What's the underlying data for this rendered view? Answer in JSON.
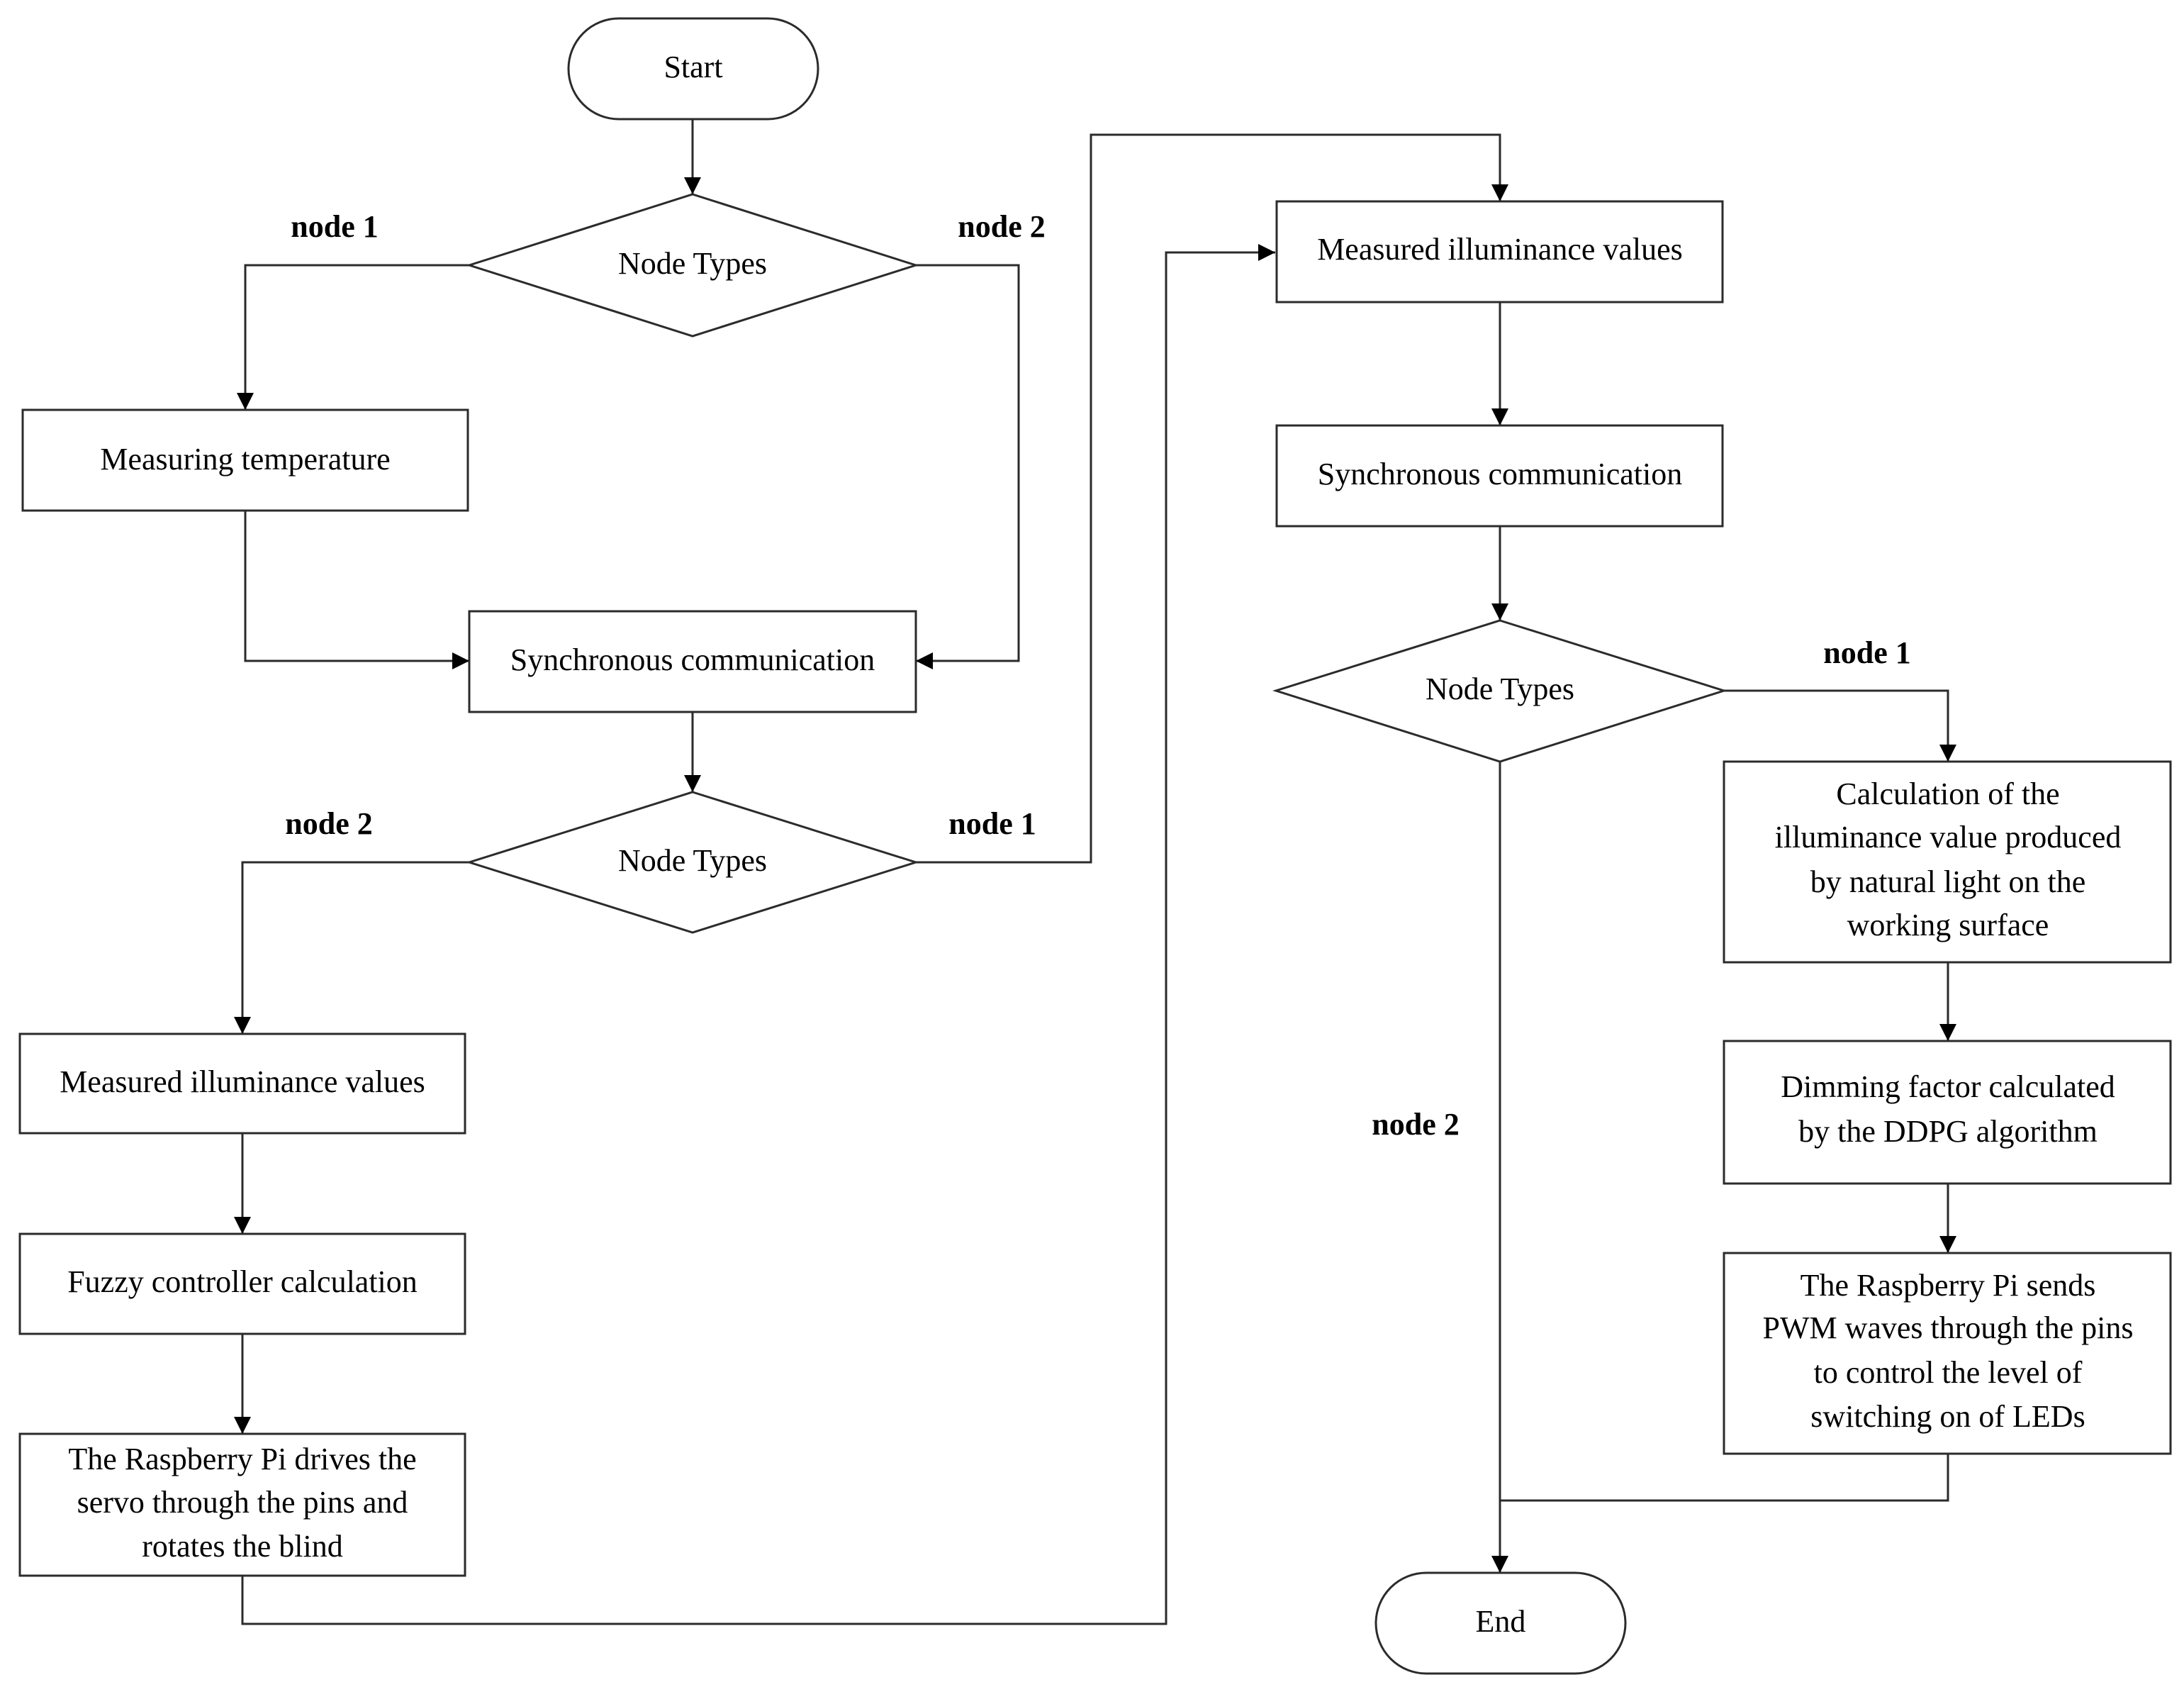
{
  "diagram": {
    "nodes": {
      "start": {
        "type": "terminal",
        "label": "Start"
      },
      "decision1": {
        "type": "decision",
        "label": "Node Types"
      },
      "measure_temp": {
        "type": "process",
        "label": "Measuring temperature"
      },
      "sync1": {
        "type": "process",
        "label": "Synchronous communication"
      },
      "decision2": {
        "type": "decision",
        "label": "Node Types"
      },
      "measure_illum_left": {
        "type": "process",
        "label": "Measured illuminance values"
      },
      "fuzzy": {
        "type": "process",
        "label": "Fuzzy controller calculation"
      },
      "servo": {
        "type": "process",
        "lines": [
          "The Raspberry Pi drives the",
          "servo through the pins and",
          "rotates the blind"
        ]
      },
      "measure_illum_right": {
        "type": "process",
        "label": "Measured illuminance values"
      },
      "sync2": {
        "type": "process",
        "label": "Synchronous communication"
      },
      "decision3": {
        "type": "decision",
        "label": "Node Types"
      },
      "calc_natural": {
        "type": "process",
        "lines": [
          "Calculation of the",
          "illuminance value produced",
          "by natural light on the",
          "working surface"
        ]
      },
      "dimming": {
        "type": "process",
        "lines": [
          "Dimming factor calculated",
          "by the DDPG algorithm"
        ]
      },
      "pwm": {
        "type": "process",
        "lines": [
          "The Raspberry Pi sends",
          "PWM waves through the pins",
          "to control the level of",
          "switching on of LEDs"
        ]
      },
      "end": {
        "type": "terminal",
        "label": "End"
      }
    },
    "branch_labels": {
      "d1_left": "node 1",
      "d1_right": "node 2",
      "d2_left": "node 2",
      "d2_right": "node 1",
      "d3_right": "node 1",
      "d3_down": "node 2"
    },
    "edges": [
      {
        "from": "start",
        "to": "decision1"
      },
      {
        "from": "decision1",
        "to": "measure_temp",
        "label": "node 1"
      },
      {
        "from": "decision1",
        "to": "sync1",
        "label": "node 2"
      },
      {
        "from": "measure_temp",
        "to": "sync1"
      },
      {
        "from": "sync1",
        "to": "decision2"
      },
      {
        "from": "decision2",
        "to": "measure_illum_left",
        "label": "node 2"
      },
      {
        "from": "decision2",
        "to": "measure_illum_right",
        "label": "node 1"
      },
      {
        "from": "measure_illum_left",
        "to": "fuzzy"
      },
      {
        "from": "fuzzy",
        "to": "servo"
      },
      {
        "from": "servo",
        "to": "measure_illum_right"
      },
      {
        "from": "measure_illum_right",
        "to": "sync2"
      },
      {
        "from": "sync2",
        "to": "decision3"
      },
      {
        "from": "decision3",
        "to": "calc_natural",
        "label": "node 1"
      },
      {
        "from": "decision3",
        "to": "end",
        "label": "node 2"
      },
      {
        "from": "calc_natural",
        "to": "dimming"
      },
      {
        "from": "dimming",
        "to": "pwm"
      },
      {
        "from": "pwm",
        "to": "end"
      }
    ]
  }
}
